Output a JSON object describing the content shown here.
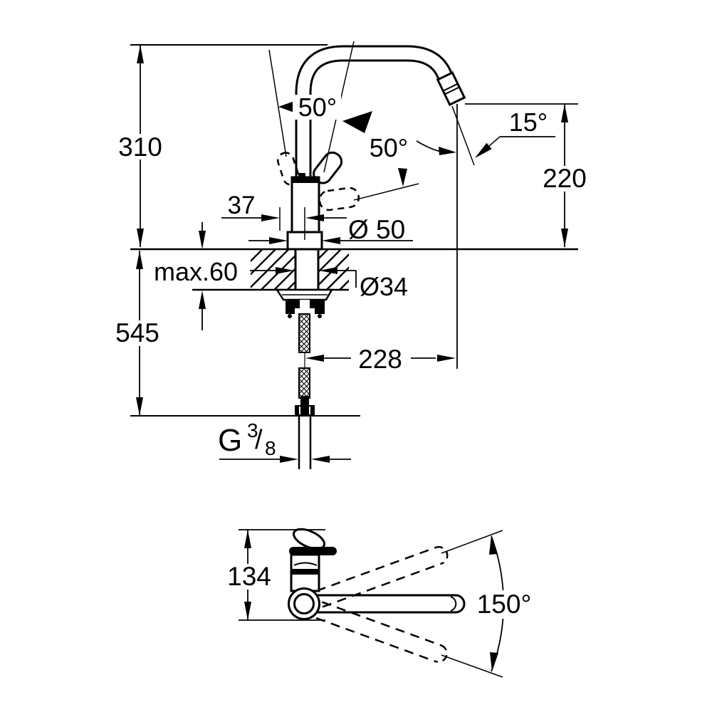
{
  "drawing": {
    "type": "faucet technical dimension drawing",
    "colors": {
      "line": "#000000",
      "background": "#ffffff"
    },
    "front_view": {
      "dims": {
        "height_total": "310",
        "height_below_deck": "545",
        "spout_outlet_height": "220",
        "handle_swing_left": "50°",
        "handle_swing_right": "50°",
        "spout_end_angle": "15°",
        "handle_offset": "37",
        "base_diameter": "Ø 50",
        "counter_max_thickness": "max.60",
        "mounting_hole_diameter": "Ø34",
        "spout_reach": "228",
        "thread_prefix": "G",
        "thread_numerator": "3",
        "thread_slash": "/",
        "thread_denominator": "8"
      }
    },
    "top_view": {
      "dims": {
        "body_depth": "134",
        "spout_swivel_range": "150°"
      }
    }
  }
}
